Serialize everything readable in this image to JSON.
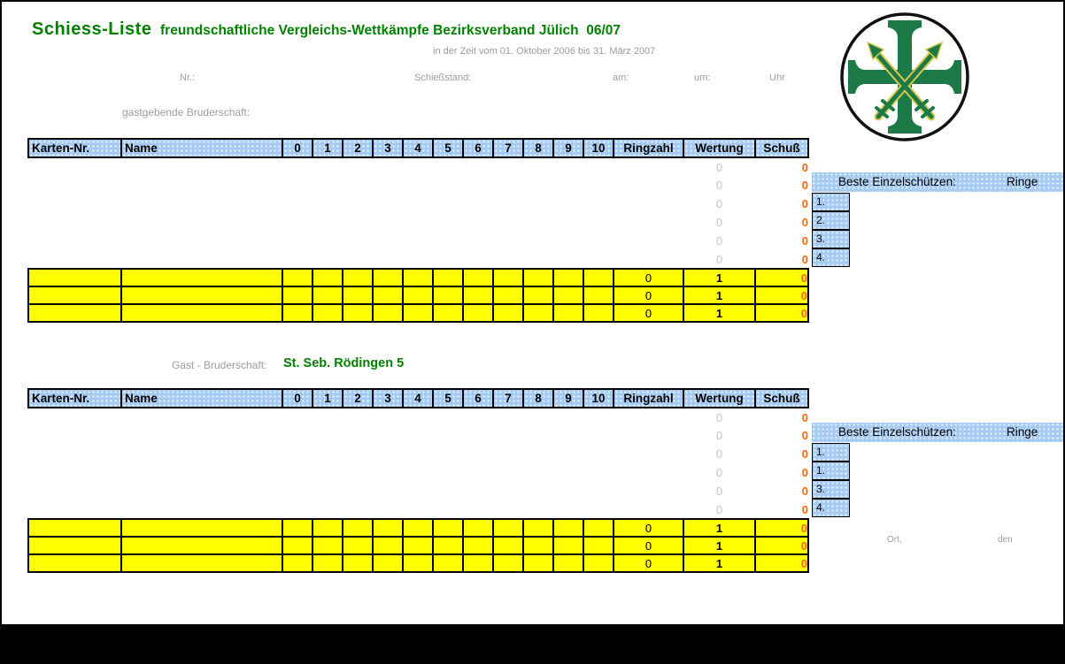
{
  "header": {
    "title": "Schiess-Liste",
    "subtitle": "freundschaftliche Vergleichs-Wettkämpfe Bezirksverband Jülich  06/07"
  },
  "faint_labels": {
    "period_note": "in der Zeit vom 01. Oktober 2006 bis 31. März 2007",
    "field_nr": "Nr.:",
    "field_stand": "Schießstand:",
    "field_am": "am:",
    "field_um": "um:",
    "field_uhr": "Uhr",
    "home_team_label": "gastgebende Bruderschaft:",
    "guest_team_label": "Gast - Bruderschaft:",
    "signature_left": "Ort,",
    "signature_right": "den"
  },
  "teams": {
    "guest_name": "St. Seb. Rödingen 5"
  },
  "table": {
    "headers": [
      "Karten-Nr.",
      "Name",
      "0",
      "1",
      "2",
      "3",
      "4",
      "5",
      "6",
      "7",
      "8",
      "9",
      "10",
      "Ringzahl",
      "Wertung",
      "Schuß"
    ]
  },
  "sections": [
    {
      "name": "home",
      "body_rows": [
        {
          "wertung": "0",
          "schuss": "0"
        },
        {
          "wertung": "0",
          "schuss": "0"
        },
        {
          "wertung": "0",
          "schuss": "0"
        },
        {
          "wertung": "0",
          "schuss": "0"
        },
        {
          "wertung": "0",
          "schuss": "0"
        },
        {
          "wertung": "0",
          "schuss": "0"
        }
      ],
      "total_rows": [
        {
          "ringzahl": "0",
          "wertung": "1",
          "schuss": "0"
        },
        {
          "ringzahl": "0",
          "wertung": "1",
          "schuss": "0"
        },
        {
          "ringzahl": "0",
          "wertung": "1",
          "schuss": "0"
        }
      ],
      "best": {
        "title": "Beste Einzelschützen:",
        "unit": "Ringe",
        "ranks": [
          "1.",
          "2.",
          "3.",
          "4."
        ]
      }
    },
    {
      "name": "guest",
      "body_rows": [
        {
          "wertung": "0",
          "schuss": "0"
        },
        {
          "wertung": "0",
          "schuss": "0"
        },
        {
          "wertung": "0",
          "schuss": "0"
        },
        {
          "wertung": "0",
          "schuss": "0"
        },
        {
          "wertung": "0",
          "schuss": "0"
        },
        {
          "wertung": "0",
          "schuss": "0"
        }
      ],
      "total_rows": [
        {
          "ringzahl": "0",
          "wertung": "1",
          "schuss": "0"
        },
        {
          "ringzahl": "0",
          "wertung": "1",
          "schuss": "0"
        },
        {
          "ringzahl": "0",
          "wertung": "1",
          "schuss": "0"
        }
      ],
      "best": {
        "title": "Beste Einzelschützen:",
        "unit": "Ringe",
        "ranks": [
          "1.",
          "1.",
          "3.",
          "4."
        ]
      }
    }
  ],
  "colors": {
    "green": "#008000",
    "logo_green": "#1b7a45",
    "logo_arrow_casing": "#d9c84f",
    "header_blue": "#a6cbf2",
    "row_yellow": "#ffff00",
    "value_orange": "#ff6600",
    "faint_gray": "#9d9d9d",
    "ghost_gray": "#c4c4c4"
  }
}
